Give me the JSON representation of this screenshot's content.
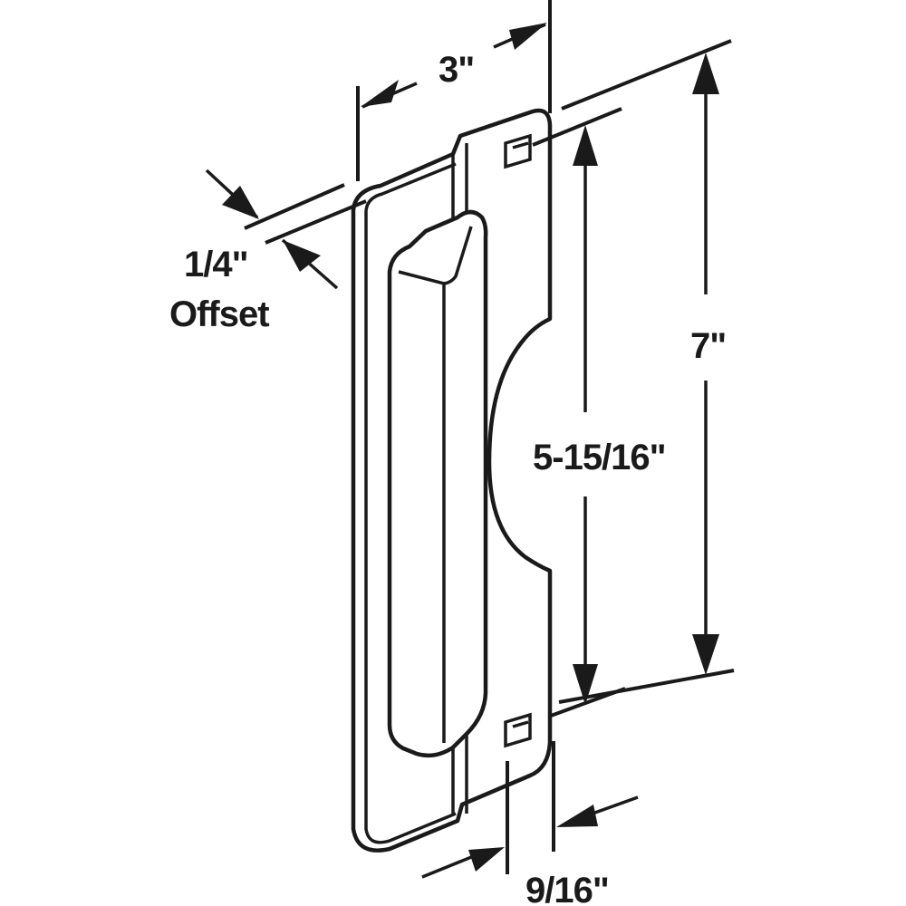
{
  "diagram": {
    "subject": "latch guard plate",
    "colors": {
      "line": "#1a1a1a",
      "background": "#ffffff"
    },
    "dimensions": {
      "width": {
        "label": "3\""
      },
      "offset": {
        "value_label": "1/4\"",
        "caption": "Offset"
      },
      "overall_height": {
        "label": "7\""
      },
      "hole_spacing": {
        "label": "5-15/16\""
      },
      "hole_inset": {
        "label": "9/16\""
      }
    }
  }
}
